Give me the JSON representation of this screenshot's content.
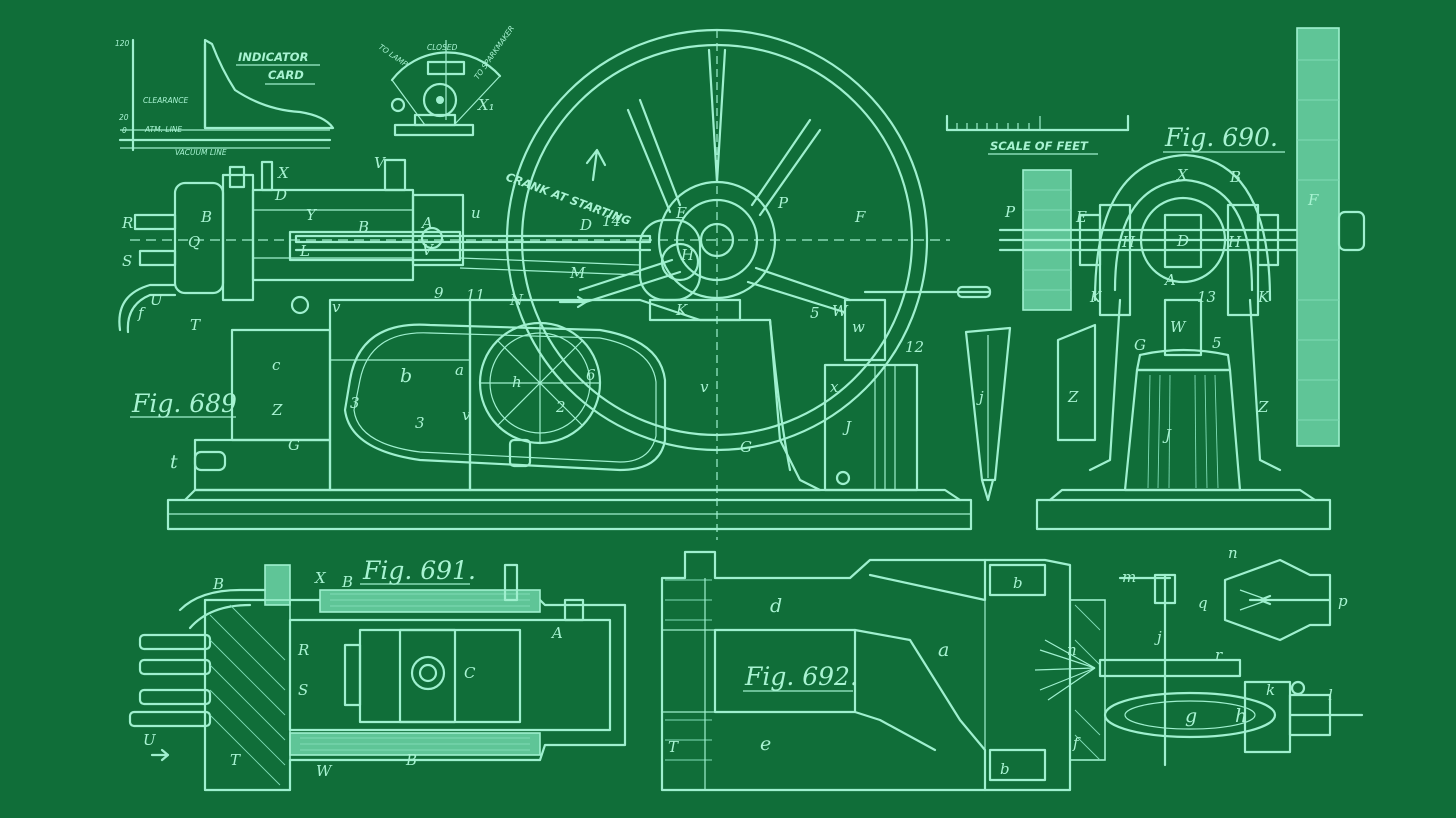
{
  "colors": {
    "background": "#106e39",
    "ink": "#9ff0cf"
  },
  "figures": {
    "fig689": "Fig. 689",
    "fig690": "Fig. 690.",
    "fig691": "Fig. 691.",
    "fig692": "Fig. 692."
  },
  "indicator_card": {
    "title_line1": "INDICATOR",
    "title_line2": "CARD",
    "clearance": "CLEARANCE",
    "atm_line": "ATM. LINE",
    "vacuum_line": "VACUUM LINE",
    "tick_top": "120",
    "tick_mid": "20",
    "tick_bottom": "0"
  },
  "governor": {
    "closed": "CLOSED",
    "to_lamp": "TO LAMP",
    "to_sparkmaker": "TO SPARKMAKER",
    "x1": "X₁"
  },
  "scale_label": "SCALE OF FEET",
  "crank_label": "CRANK AT STARTING",
  "labels": {
    "f689": [
      "R",
      "S",
      "Q",
      "T",
      "U",
      "f",
      "B",
      "B",
      "X",
      "Y",
      "D",
      "A",
      "V",
      "L",
      "v",
      "V",
      "u",
      "D",
      "14",
      "9",
      "11",
      "N",
      "M",
      "E",
      "H",
      "P",
      "F",
      "K",
      "v",
      "c",
      "b",
      "a",
      "h",
      "3",
      "3",
      "6",
      "5",
      "W",
      "w",
      "12",
      "x",
      "J",
      "2",
      "Z",
      "G",
      "t",
      "G",
      "v"
    ],
    "f690": [
      "P",
      "E",
      "H",
      "H",
      "X",
      "B",
      "D",
      "K",
      "K",
      "A",
      "13",
      "W",
      "5",
      "G",
      "Z",
      "Z",
      "J",
      "F",
      "F",
      "j"
    ],
    "f691": [
      "B",
      "X",
      "B",
      "R",
      "S",
      "A",
      "C",
      "U",
      "T",
      "W",
      "B"
    ],
    "f692": [
      "d",
      "a",
      "e",
      "T",
      "b",
      "b",
      "m",
      "n",
      "n",
      "r",
      "q",
      "p",
      "j",
      "k",
      "l",
      "g",
      "h",
      "f"
    ]
  }
}
